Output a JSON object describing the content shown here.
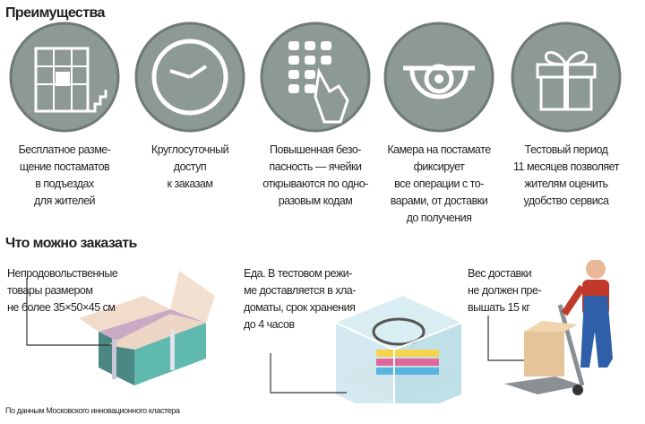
{
  "section1_title": "Преимущества",
  "advantages": [
    {
      "icon": "building-entrance-icon",
      "text": "Бесплатное разме-\nщение постаматов\nв подъездах\nдля жителей"
    },
    {
      "icon": "clock-icon",
      "text": "Круглосуточный\nдоступ\nк заказам"
    },
    {
      "icon": "keypad-hand-icon",
      "text": "Повышенная безо-\nпасность — ячейки\nоткрываются по одно-\nразовым кодам"
    },
    {
      "icon": "camera-icon",
      "text": "Камера на постамате\nфиксирует\nвсе операции с то-\nварами, от доставки\nдо получения"
    },
    {
      "icon": "gift-icon",
      "text": "Тестовый период\n11 месяцев позволяет\nжителям оценить\nудобство сервиса"
    }
  ],
  "section2_title": "Что можно заказать",
  "items": [
    {
      "illustration": "open-box",
      "text": "Непродовольственные\nтовары размером\nне  более 35×50×45 см"
    },
    {
      "illustration": "cake-in-cooler",
      "text": "Еда. В тестовом режи-\nме доставляется в хла-\nдоматы, срок хранения\nдо 4 часов"
    },
    {
      "illustration": "courier-with-cart",
      "text": "Вес доставки\nне должен пре-\nвышать 15 кг"
    }
  ],
  "footnote": "По данным Московского инновационного кластера",
  "colors": {
    "circle": "#8d9995",
    "circle_ring": "#6f7a77",
    "box": "#5fb9ae",
    "courier_shirt": "#c0392b",
    "courier_overalls": "#2f5fa8"
  }
}
